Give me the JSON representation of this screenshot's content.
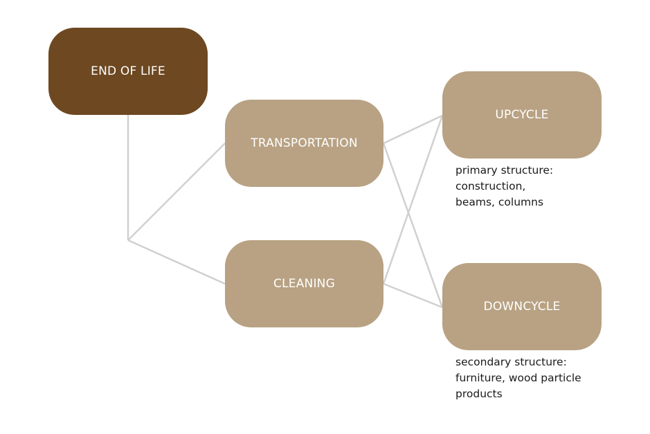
{
  "nodes": {
    "end_of_life": "END OF LIFE",
    "transportation": "TRANSPORTATION",
    "cleaning": "CLEANING",
    "upcycle": "UPCYCLE",
    "downcycle": "DOWNCYCLE"
  },
  "notes": {
    "upcycle": "primary structure:\nconstruction,\nbeams, columns",
    "downcycle": "secondary structure:\nfurniture, wood particle\nproducts"
  },
  "colors": {
    "end_of_life_fill": "#6d4821",
    "step_fill": "#b8a283",
    "connector": "#d0d0d0"
  }
}
